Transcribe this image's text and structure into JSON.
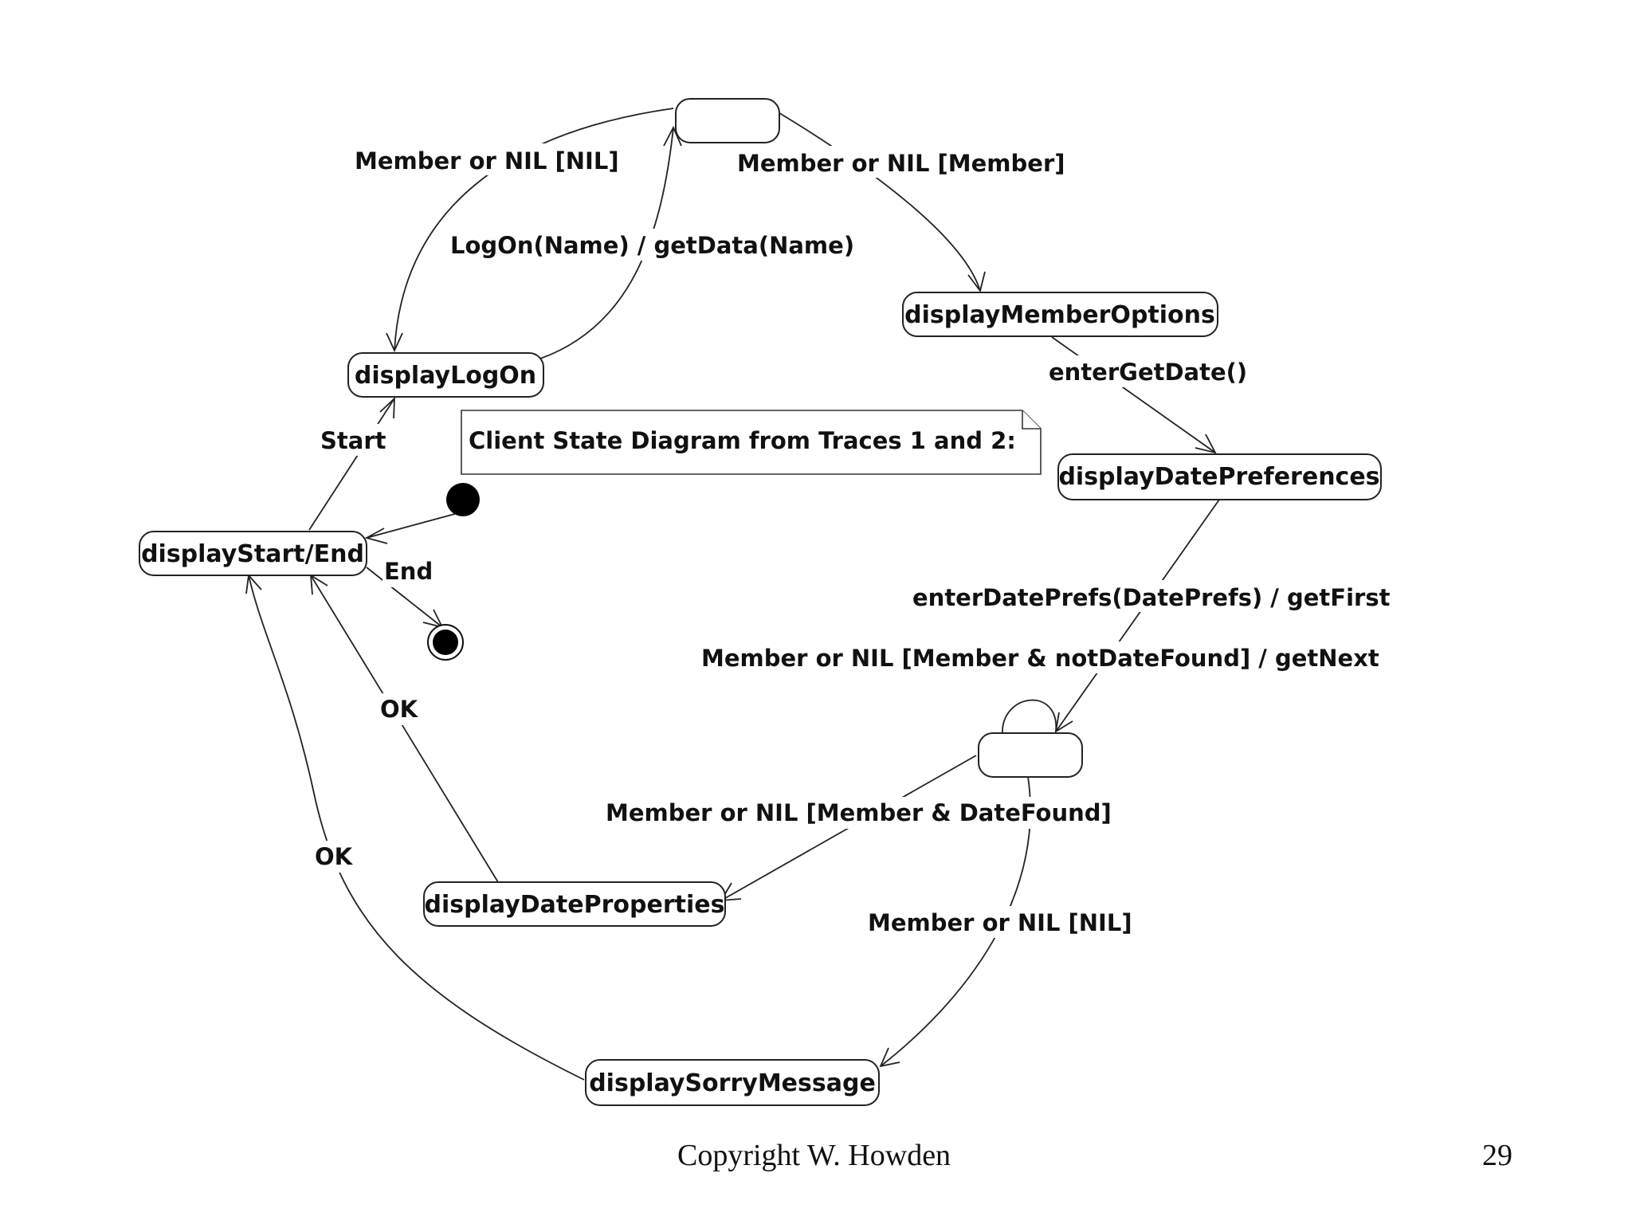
{
  "diagram": {
    "note": "Client State Diagram from Traces 1 and 2:",
    "states": {
      "displayLogOn": "displayLogOn",
      "displayMemberOptions": "displayMemberOptions",
      "displayDatePreferences": "displayDatePreferences",
      "displayStartEnd": "displayStart/End",
      "displayDateProperties": "displayDateProperties",
      "displaySorryMessage": "displaySorryMessage"
    },
    "transitions": {
      "member_nil_nil_top": "Member or NIL [NIL]",
      "member_nil_member": "Member or NIL [Member]",
      "logon": "LogOn(Name) / getData(Name)",
      "enter_get_date": "enterGetDate()",
      "start": "Start",
      "end": "End",
      "enter_date_prefs": "enterDatePrefs(DatePrefs) / getFirst",
      "member_not_date_found": "Member or NIL [Member & notDateFound] / getNext",
      "member_date_found": "Member or NIL [Member & DateFound]",
      "ok_properties": "OK",
      "ok_sorry": "OK",
      "member_nil_nil_bottom": "Member or NIL [NIL]"
    }
  },
  "footer": {
    "copyright": "Copyright W. Howden",
    "page_number": "29"
  }
}
